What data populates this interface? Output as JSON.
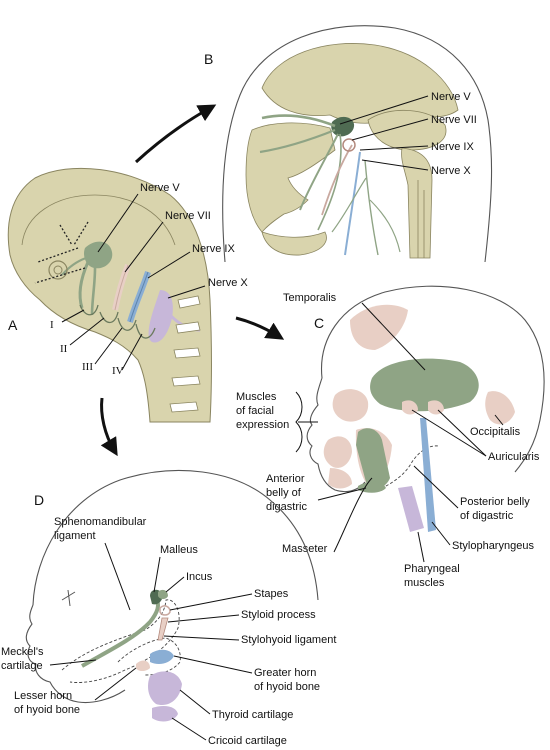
{
  "colors": {
    "head_fill": "#d9d4ad",
    "head_stroke": "#8a8560",
    "nerve_green": "#8fa485",
    "dark_green": "#4f6b52",
    "muscle_pink": "#e8cfc5",
    "blue": "#8aaed4",
    "lilac": "#c7b7d9",
    "arrow": "#111111"
  },
  "panels": {
    "a": {
      "letter": "A",
      "nerves": [
        "Nerve V",
        "Nerve VII",
        "Nerve IX",
        "Nerve X"
      ],
      "arches": [
        "I",
        "II",
        "III",
        "IV"
      ]
    },
    "b": {
      "letter": "B",
      "nerves": [
        "Nerve V",
        "Nerve VII",
        "Nerve IX",
        "Nerve X"
      ]
    },
    "c": {
      "letter": "C",
      "temporalis": "Temporalis",
      "occipitalis": "Occipitalis",
      "auricularis": "Auricularis",
      "facial_expression": [
        "Muscles",
        "of facial",
        "expression"
      ],
      "anterior_belly": [
        "Anterior",
        "belly of",
        "digastric"
      ],
      "posterior_belly": [
        "Posterior belly",
        "of digastric"
      ],
      "stylopharyngeus": "Stylopharyngeus",
      "masseter": "Masseter",
      "pharyngeal": [
        "Pharyngeal",
        "muscles"
      ]
    },
    "d": {
      "letter": "D",
      "sphenomandibular": [
        "Sphenomandibular",
        "ligament"
      ],
      "malleus": "Malleus",
      "incus": "Incus",
      "stapes": "Stapes",
      "styloid": "Styloid process",
      "stylohyoid": "Stylohyoid ligament",
      "meckels": [
        "Meckel's",
        "cartilage"
      ],
      "greater_horn": [
        "Greater horn",
        "of hyoid bone"
      ],
      "lesser_horn": [
        "Lesser horn",
        "of hyoid bone"
      ],
      "thyroid": "Thyroid cartilage",
      "cricoid": "Cricoid cartilage"
    }
  }
}
